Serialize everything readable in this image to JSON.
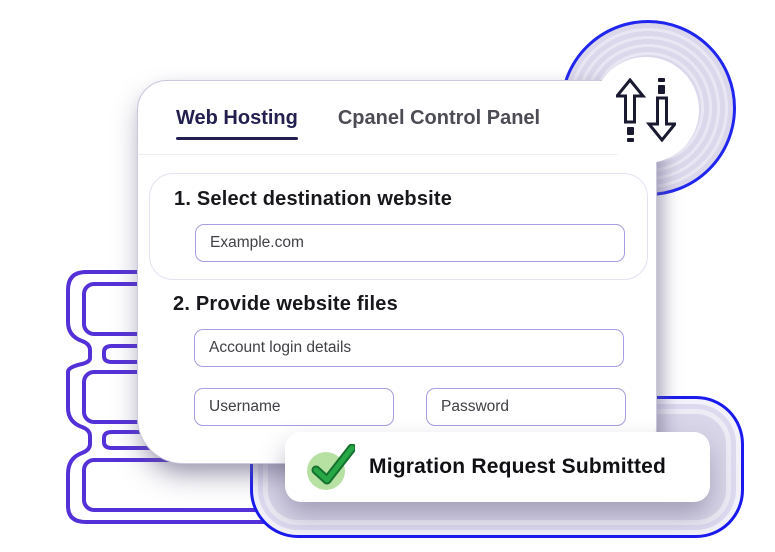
{
  "header": {
    "tabs": [
      {
        "label": "Web Hosting",
        "active": true
      },
      {
        "label": "Cpanel Control Panel",
        "active": false
      }
    ]
  },
  "step1": {
    "heading": "1. Select destination website",
    "website_field": "Example.com"
  },
  "step2": {
    "heading": "2. Provide website files",
    "account_field": "Account login details",
    "username_field": "Username",
    "password_field": "Password"
  },
  "toast": {
    "label": "Migration Request Submitted",
    "icon": "check-icon"
  },
  "icons": {
    "transfer": "up-down-arrows-icon",
    "success": "check-icon",
    "server": "server-stack-icon"
  },
  "colors": {
    "accent_blue": "#2026ee",
    "accent_purple": "#5430d8",
    "navy": "#232050",
    "lavender_panel": "#dad6e9",
    "field_border": "#a79ee1",
    "success_green": "#1f9138",
    "success_circle": "#b7e0a3",
    "inactive_tab": "#4c4c54"
  }
}
